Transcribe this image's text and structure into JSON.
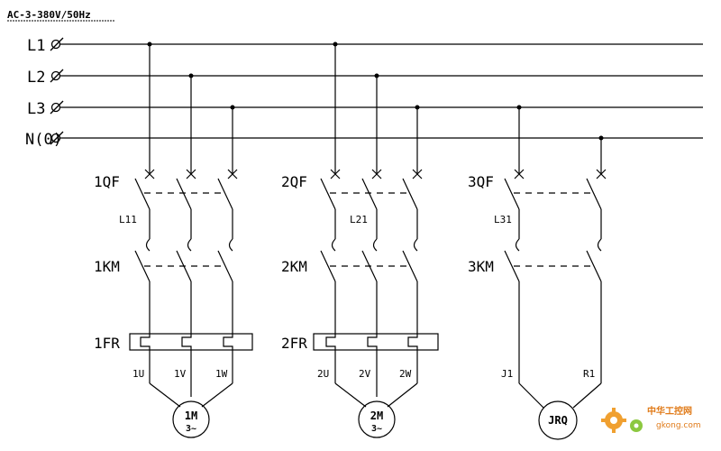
{
  "title": "AC-3-380V/50Hz",
  "buses": [
    "L1",
    "L2",
    "L3",
    "N(0)"
  ],
  "branch1": {
    "breaker": "1QF",
    "breaker_note": "L11",
    "contactor": "1KM",
    "relay": "1FR",
    "terminals": [
      "1U",
      "1V",
      "1W"
    ],
    "load": "1M",
    "load_sub": "3~"
  },
  "branch2": {
    "breaker": "2QF",
    "breaker_note": "L21",
    "contactor": "2KM",
    "relay": "2FR",
    "terminals": [
      "2U",
      "2V",
      "2W"
    ],
    "load": "2M",
    "load_sub": "3~"
  },
  "branch3": {
    "breaker": "3QF",
    "breaker_note": "L31",
    "contactor": "3KM",
    "terminals": [
      "J1",
      "R1"
    ],
    "load": "JRQ"
  },
  "watermark": {
    "name": "中华工控网",
    "url": "gkong.com"
  },
  "colors": {
    "line": "#000000",
    "watermark": "#e07a18"
  }
}
